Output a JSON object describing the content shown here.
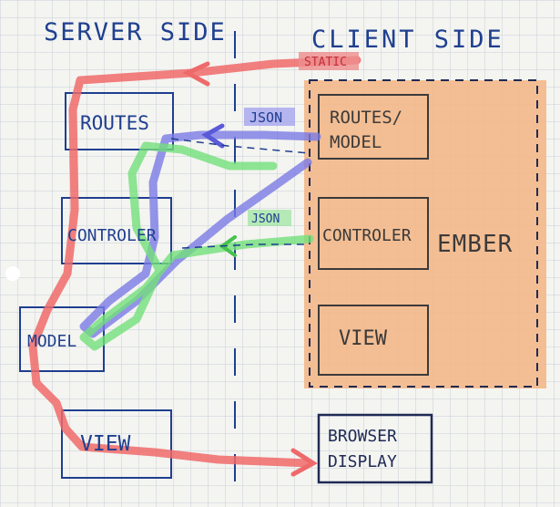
{
  "headings": {
    "server": "SERVER SIDE",
    "client": "CLIENT SIDE"
  },
  "server_boxes": {
    "routes": "ROUTES",
    "controller": "CONTROLER",
    "model": "MODEL",
    "view": "VIEW"
  },
  "client_boxes": {
    "routes_model_line1": "ROUTES/",
    "routes_model_line2": "MODEL",
    "controller": "CONTROLER",
    "view": "VIEW",
    "browser_line1": "BROWSER",
    "browser_line2": "DISPLAY"
  },
  "framework_label": "EMBER",
  "arrow_labels": {
    "static": "STATIC",
    "json_top": "JSON",
    "json_mid": "JSON"
  },
  "colors": {
    "ink": "#1f3f8f",
    "red_flow": "#ee6a6a",
    "blue_flow": "#7b7be6",
    "green_flow": "#73e07a",
    "ember_fill": "#f2b98b",
    "grid": "#c9cfd6"
  }
}
